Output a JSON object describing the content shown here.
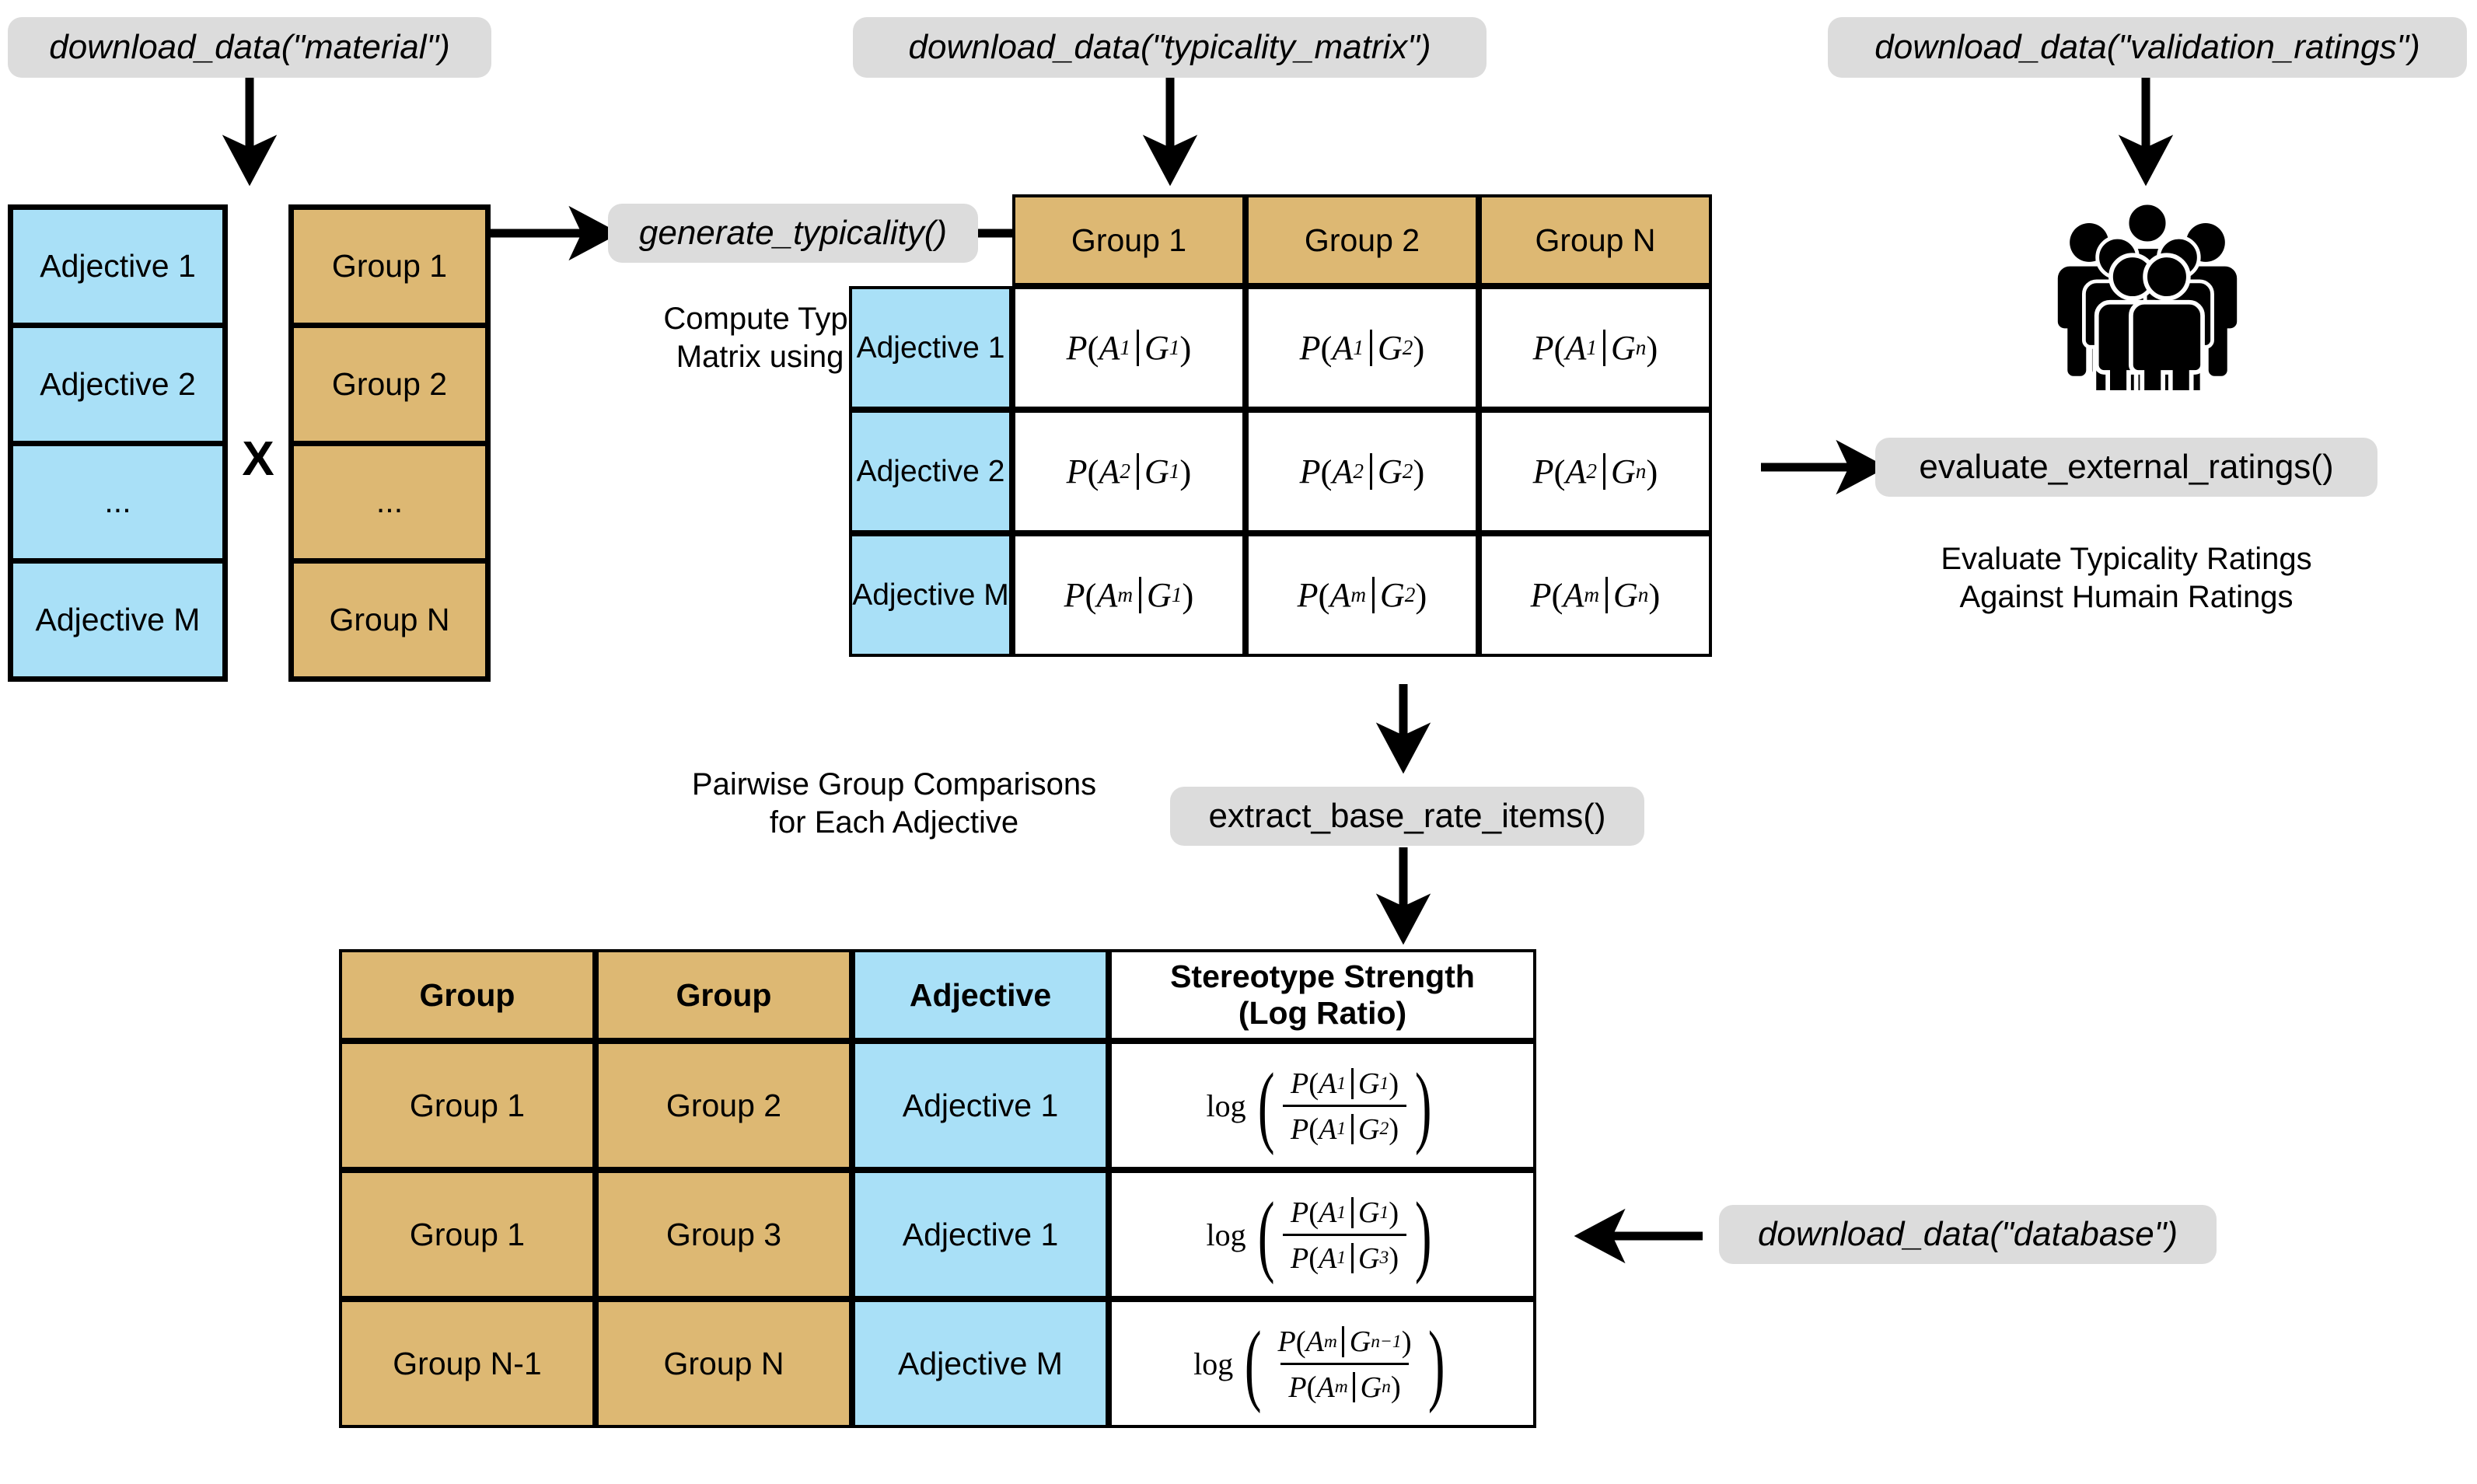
{
  "labels": {
    "download_material": "download_data(\"material\")",
    "download_typicality_matrix": "download_data(\"typicality_matrix\")",
    "download_validation_ratings": "download_data(\"validation_ratings\")",
    "download_database": "download_data(\"database\")",
    "generate_typicality": "generate_typicality()",
    "evaluate_external_ratings": "evaluate_external_ratings()",
    "extract_base_rate_items": "extract_base_rate_items()"
  },
  "captions": {
    "compute_typicality": "Compute Typicality\nMatrix using LLM",
    "evaluate_ratings": "Evaluate Typicality Ratings\nAgainst Humain Ratings",
    "pairwise": "Pairwise Group Comparisons\nfor Each Adjective"
  },
  "adjective_column": {
    "items": [
      "Adjective 1",
      "Adjective 2",
      "...",
      "Adjective M"
    ]
  },
  "group_column": {
    "items": [
      "Group 1",
      "Group 2",
      "...",
      "Group N"
    ]
  },
  "multiply_symbol": "X",
  "typicality_matrix": {
    "column_headers": [
      "Group 1",
      "Group 2",
      "Group N"
    ],
    "row_headers": [
      "Adjective 1",
      "Adjective 2",
      "Adjective M"
    ],
    "cells": [
      [
        {
          "p": "P",
          "a": "A",
          "asub": "1",
          "g": "G",
          "gsub": "1"
        },
        {
          "p": "P",
          "a": "A",
          "asub": "1",
          "g": "G",
          "gsub": "2"
        },
        {
          "p": "P",
          "a": "A",
          "asub": "1",
          "g": "G",
          "gsub": "n"
        }
      ],
      [
        {
          "p": "P",
          "a": "A",
          "asub": "2",
          "g": "G",
          "gsub": "1"
        },
        {
          "p": "P",
          "a": "A",
          "asub": "2",
          "g": "G",
          "gsub": "2"
        },
        {
          "p": "P",
          "a": "A",
          "asub": "2",
          "g": "G",
          "gsub": "n"
        }
      ],
      [
        {
          "p": "P",
          "a": "A",
          "asub": "m",
          "g": "G",
          "gsub": "1"
        },
        {
          "p": "P",
          "a": "A",
          "asub": "m",
          "g": "G",
          "gsub": "2"
        },
        {
          "p": "P",
          "a": "A",
          "asub": "m",
          "g": "G",
          "gsub": "n"
        }
      ]
    ]
  },
  "base_rate_table": {
    "headers": [
      "Group",
      "Group",
      "Adjective",
      "Stereotype Strength\n(Log Ratio)"
    ],
    "rows": [
      {
        "group_a": "Group 1",
        "group_b": "Group 2",
        "adjective": "Adjective 1",
        "formula": {
          "log": "log",
          "num_asub": "1",
          "num_gsub": "1",
          "den_asub": "1",
          "den_gsub": "2"
        }
      },
      {
        "group_a": "Group 1",
        "group_b": "Group 3",
        "adjective": "Adjective 1",
        "formula": {
          "log": "log",
          "num_asub": "1",
          "num_gsub": "1",
          "den_asub": "1",
          "den_gsub": "3"
        }
      },
      {
        "group_a": "Group N-1",
        "group_b": "Group N",
        "adjective": "Adjective M",
        "formula": {
          "log": "log",
          "num_asub": "m",
          "num_gsub": "n−1",
          "den_asub": "m",
          "den_gsub": "n"
        }
      }
    ]
  },
  "icons": {
    "people": "people-group-icon"
  },
  "colors": {
    "blue": "#a9e0f7",
    "tan": "#ddb873",
    "pill_gray": "#dcdcdc",
    "stroke": "#000000",
    "background": "#ffffff"
  }
}
